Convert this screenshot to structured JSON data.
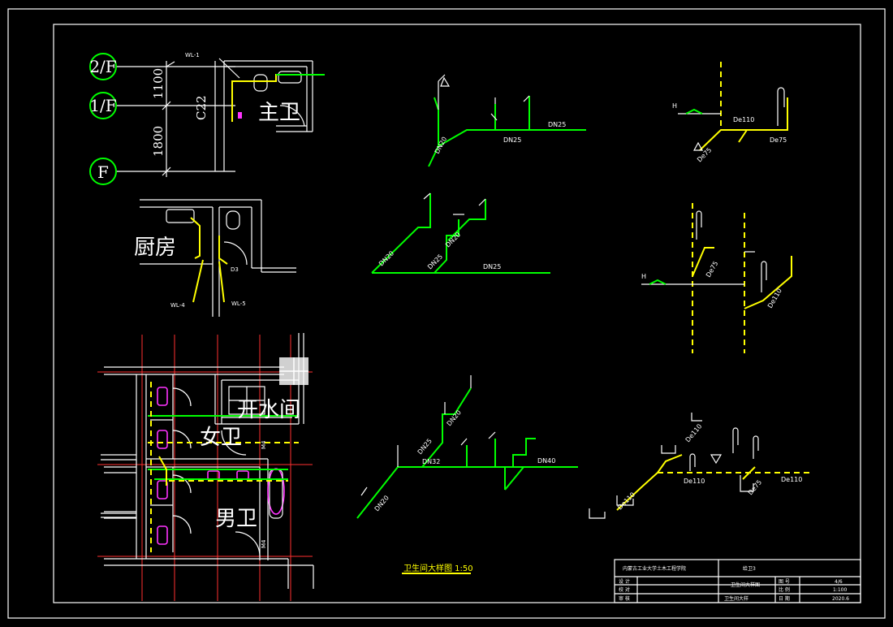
{
  "grid_labels": [
    "2/F",
    "1/F",
    "F"
  ],
  "dimensions": {
    "upper": "1100",
    "lower": "1800",
    "side": "C22"
  },
  "rooms": {
    "main_bath": "主卫",
    "kitchen": "厨房",
    "water_room": "开水间",
    "female": "女卫",
    "male": "男卫"
  },
  "tags": {
    "wl1": "WL-1",
    "wl4": "WL-4",
    "wl5": "WL-5",
    "d3": "D3",
    "m4_top": "M4",
    "m4_bottom": "M4"
  },
  "pipe_labels": {
    "d1_dn20": "DN20",
    "d1_dn25a": "DN25",
    "d1_dn25b": "DN25",
    "d2_dn20a": "DN20",
    "d2_dn20b": "DN20",
    "d2_dn25a": "DN25",
    "d2_dn25b": "DN25",
    "d3_dn20a": "DN20",
    "d3_dn25": "DN25",
    "d3_dn32": "DN32",
    "d3_dn20b": "DN20",
    "d3_dn40": "DN40",
    "r1_de110": "De110",
    "r1_de75a": "De75",
    "r1_de75b": "De75",
    "r1_h": "H",
    "r2_de75": "De75",
    "r2_de110": "De110",
    "r2_h": "H",
    "r3_de110a": "De110",
    "r3_de110b": "De110",
    "r3_de75": "De75",
    "r3_de110c": "De110",
    "r3_de110d": "De110"
  },
  "caption": "卫生间大样图 1:50",
  "title_block": {
    "school": "内蒙古工业大学土木工程学院",
    "sheet_title": "给卫3",
    "row_labels": [
      "设 计",
      "校 对",
      "审 核"
    ],
    "drawing_name": "卫生间大样图",
    "field_labels": [
      "图 号",
      "比 例",
      "日 期"
    ],
    "field_values": [
      "4/6",
      "1:100",
      "2020.6"
    ],
    "cell_note": "卫生间大样"
  }
}
